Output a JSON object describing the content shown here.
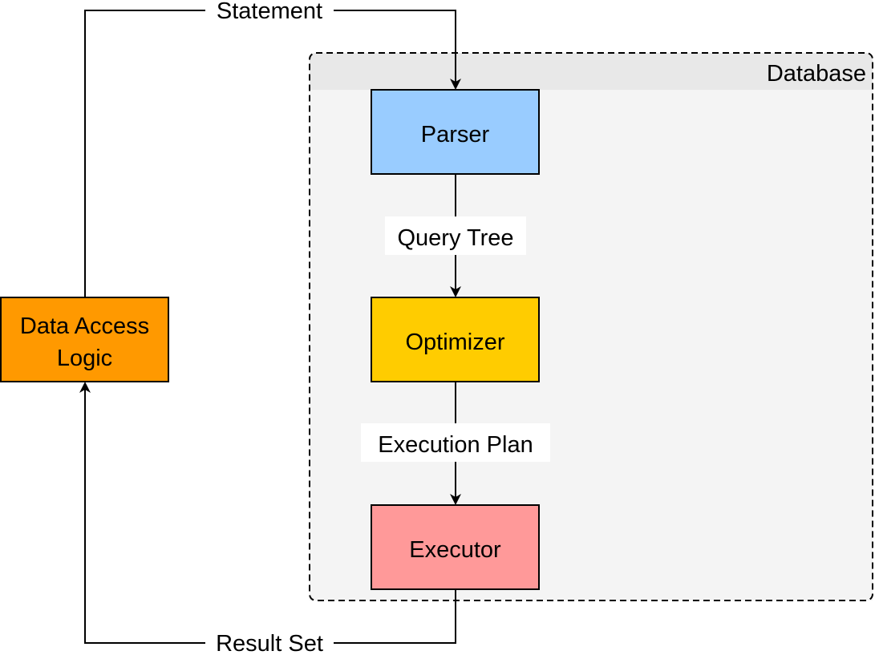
{
  "diagram": {
    "container": {
      "label": "Database",
      "fill": "#f4f4f4",
      "header_fill": "#e8e8e8",
      "stroke": "#000000"
    },
    "nodes": {
      "data_access": {
        "line1": "Data Access",
        "line2": "Logic",
        "fill": "#ff9900"
      },
      "parser": {
        "label": "Parser",
        "fill": "#99ccff"
      },
      "optimizer": {
        "label": "Optimizer",
        "fill": "#ffcc00"
      },
      "executor": {
        "label": "Executor",
        "fill": "#ff9999"
      }
    },
    "edges": {
      "statement": "Statement",
      "query_tree": "Query Tree",
      "execution_plan": "Execution Plan",
      "result_set": "Result Set"
    }
  }
}
